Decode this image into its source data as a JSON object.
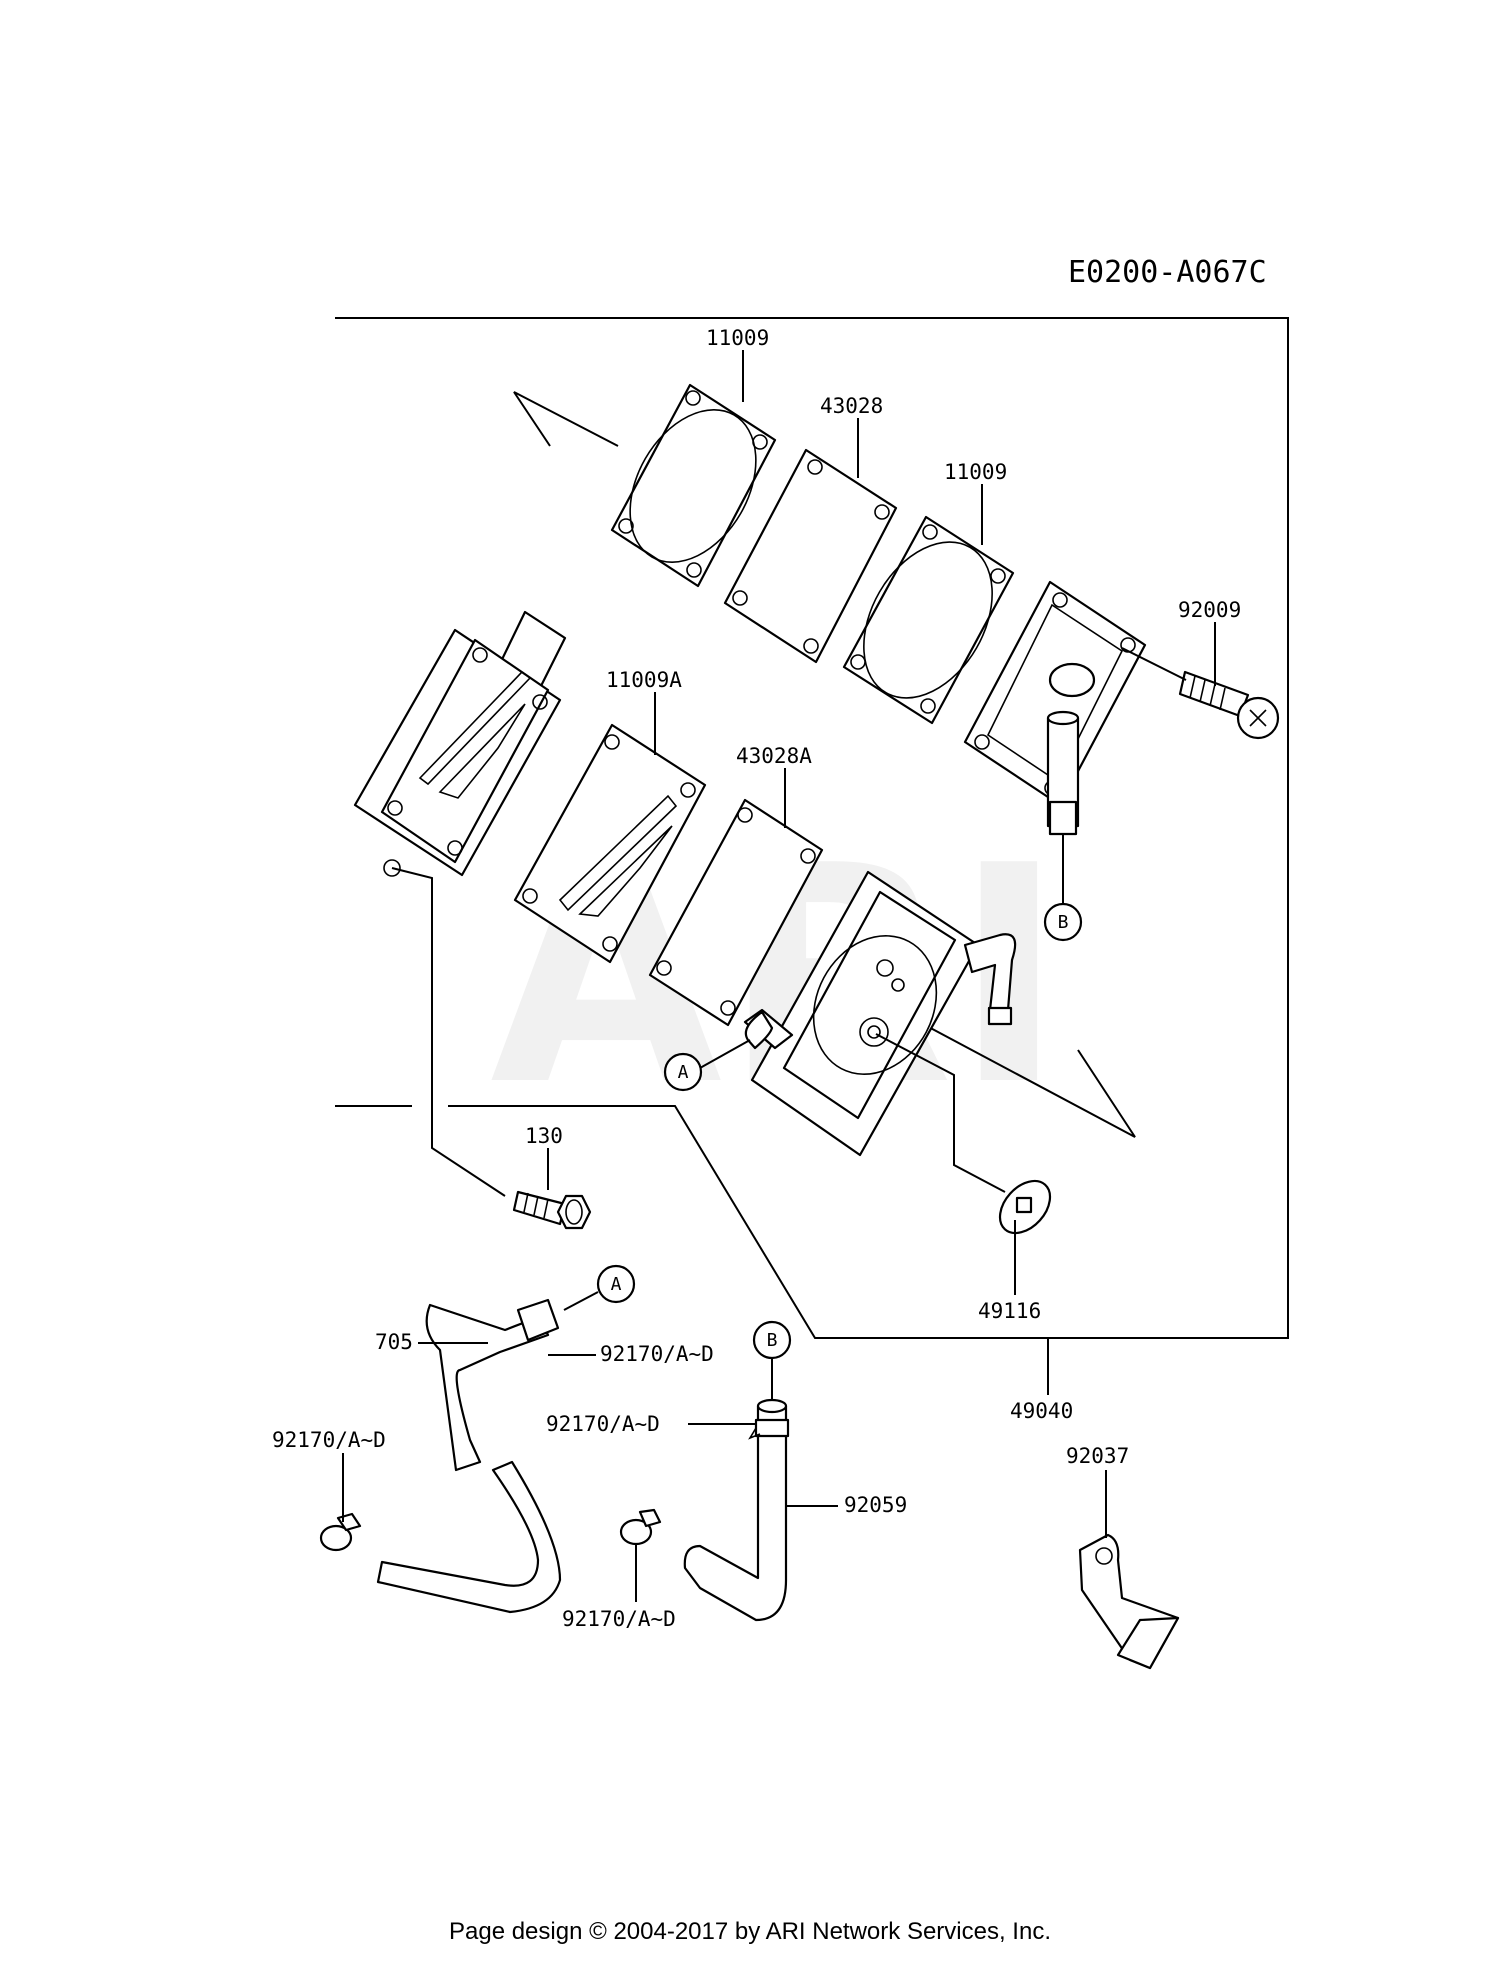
{
  "diagram_code": "E0200-A067C",
  "watermark": "ARI",
  "parts": {
    "p11009_top": "11009",
    "p43028": "43028",
    "p11009_mid": "11009",
    "p92009": "92009",
    "p11009A": "11009A",
    "p43028A": "43028A",
    "p130": "130",
    "p49116": "49116",
    "p49040": "49040",
    "p705": "705",
    "p92170_top": "92170/A~D",
    "p92170_left": "92170/A~D",
    "p92170_mid": "92170/A~D",
    "p92170_bottom": "92170/A~D",
    "p92059": "92059",
    "p92037": "92037"
  },
  "callouts": {
    "a_pump": "A",
    "b_pump": "B",
    "a_hose": "A",
    "b_hose": "B"
  },
  "footer": "Page design © 2004-2017 by ARI Network Services, Inc."
}
